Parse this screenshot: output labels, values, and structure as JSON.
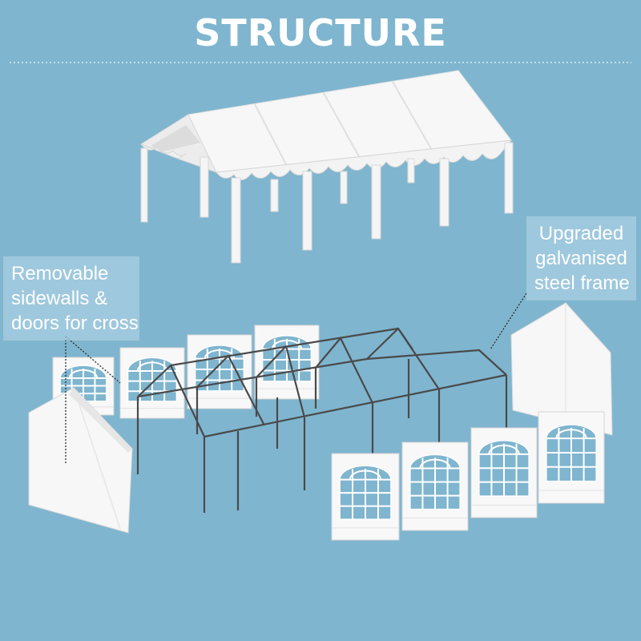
{
  "title": "STRUCTURE",
  "callouts": {
    "left": {
      "lines": [
        "Removable",
        "sidewalls &",
        "doors for cross"
      ]
    },
    "right": {
      "lines": [
        "Upgraded",
        "galvanised",
        "steel frame"
      ]
    }
  },
  "colors": {
    "background": "#7fb5cf",
    "canvas_white": "#ffffff",
    "frame_steel": "#4a4a4a",
    "window_blue": "#7fb5cf",
    "callout_box": "#aad0e2"
  }
}
